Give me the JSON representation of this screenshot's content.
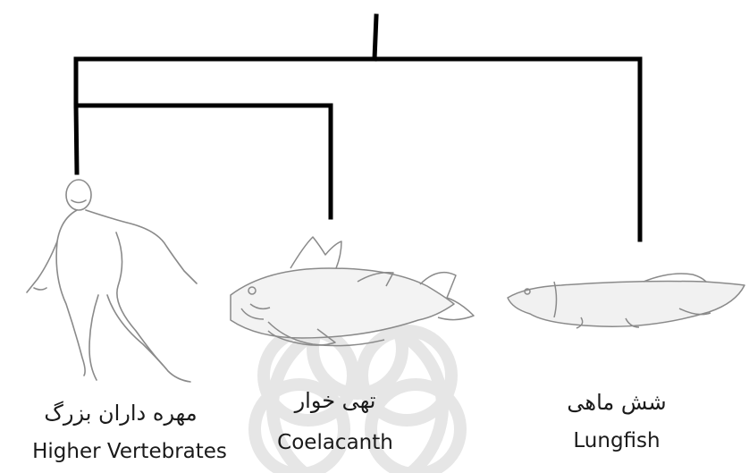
{
  "taxa": [
    {
      "id": "higher-vertebrates",
      "name_fa": "مهره داران بزرگ",
      "name_en": "Higher Vertebrates",
      "illustration": "human-figure"
    },
    {
      "id": "coelacanth",
      "name_fa": "تهی خوار",
      "name_en": "Coelacanth",
      "illustration": "coelacanth-fish"
    },
    {
      "id": "lungfish",
      "name_fa": "شش ماهی",
      "name_en": "Lungfish",
      "illustration": "lungfish-fish"
    }
  ],
  "tree": {
    "root": {
      "children": [
        "clade-hv-coel",
        "lungfish"
      ]
    },
    "clade-hv-coel": {
      "children": [
        "higher-vertebrates",
        "coelacanth"
      ]
    }
  },
  "colors": {
    "line": "#000000",
    "sketch": "#8a8a8a",
    "watermark": "#ededed",
    "text": "#1a1a1a"
  }
}
